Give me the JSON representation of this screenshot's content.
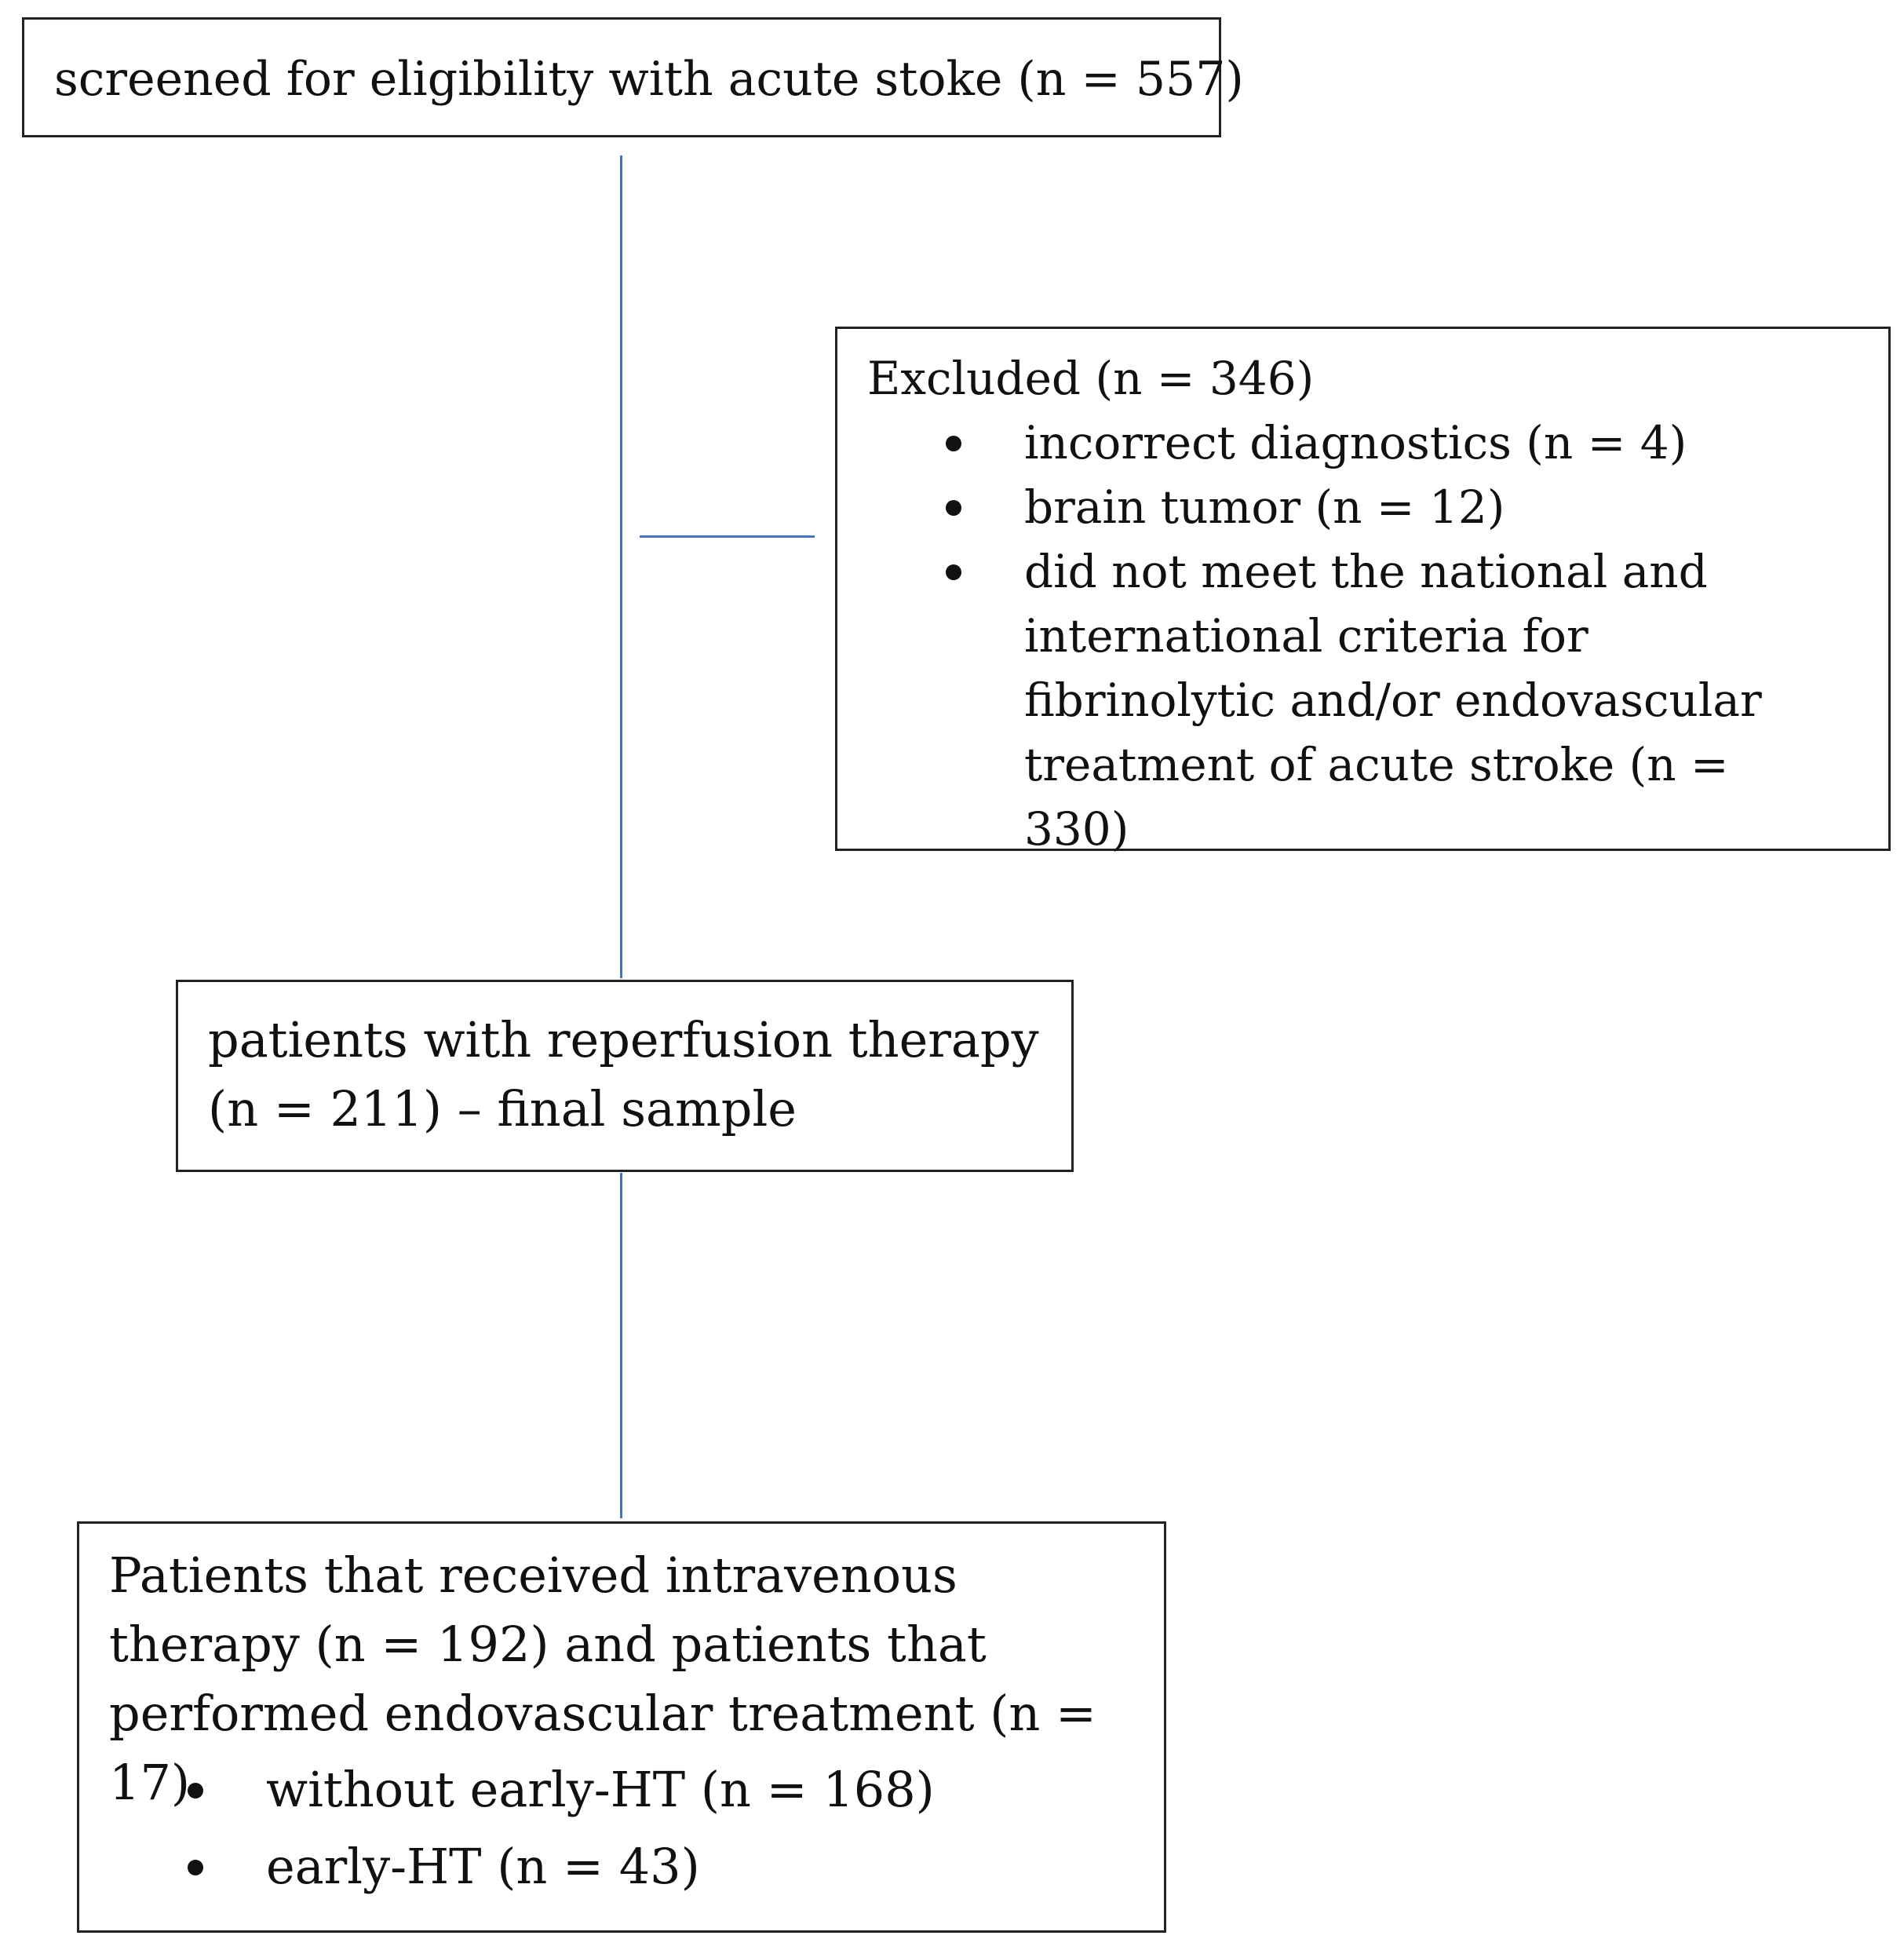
{
  "colors": {
    "connector": "#4472c4",
    "box_border": "#222222",
    "text": "#111111",
    "background": "#ffffff"
  },
  "screened": {
    "text": "screened for eligibility with acute stoke (n = 557)"
  },
  "excluded": {
    "title": "Excluded (n = 346)",
    "items": [
      "incorrect diagnostics (n = 4)",
      "brain tumor (n = 12)",
      "did not meet the national and international criteria for fibrinolytic and/or endovascular treatment of acute stroke (n = 330)"
    ]
  },
  "final_sample": {
    "text": "patients with reperfusion therapy (n = 211) – final sample"
  },
  "groups": {
    "text": "Patients that received intravenous therapy (n = 192) and patients that performed endovascular treatment (n = 17)",
    "items": [
      "without early-HT (n = 168)",
      "early-HT (n = 43)"
    ]
  }
}
